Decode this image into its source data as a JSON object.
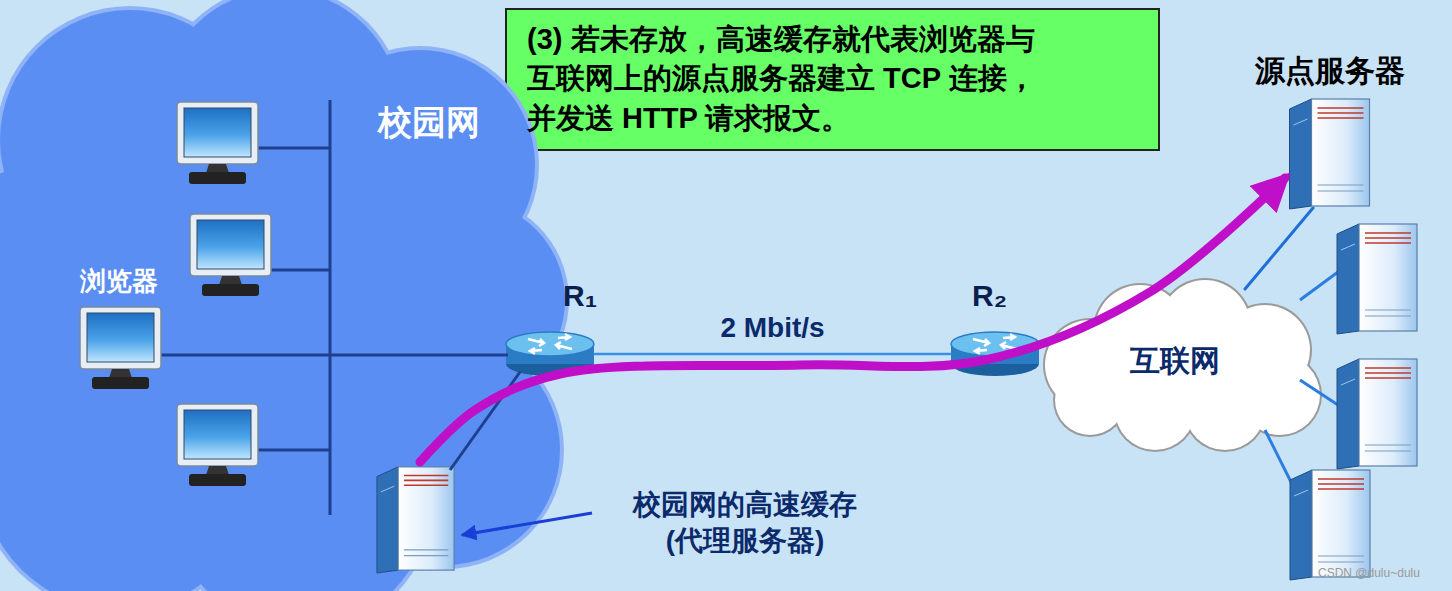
{
  "diagram": {
    "nodes": [
      {
        "text": [
          "(3) 若未存放，高速缓存就代表浏览器与 互联网上的源点服务器建立 TCP 连接， 并发送 HTTP 请求报文。"
        ]
      },
      {
        "text": [
          "校园网"
        ]
      },
      {
        "text": [
          "校园网的高速缓存 (代理服务器)"
        ],
        "in": 1
      },
      {
        "text": [
          "R₁"
        ]
      },
      {
        "text": [
          "R₂"
        ]
      },
      {
        "text": [
          "互联网"
        ]
      },
      {
        "text": [
          "源点服务器"
        ]
      }
    ],
    "edges": [
      {
        "from": 3,
        "to": 4,
        "arrow": "none",
        "label": "2 Mbit/s"
      },
      {
        "from": 2,
        "to": 6,
        "arrow": "to"
      },
      {
        "from": 5,
        "to": 6,
        "arrow": "none"
      }
    ],
    "labels": [
      "浏览器",
      "CSDN @dulu~dulu"
    ]
  }
}
